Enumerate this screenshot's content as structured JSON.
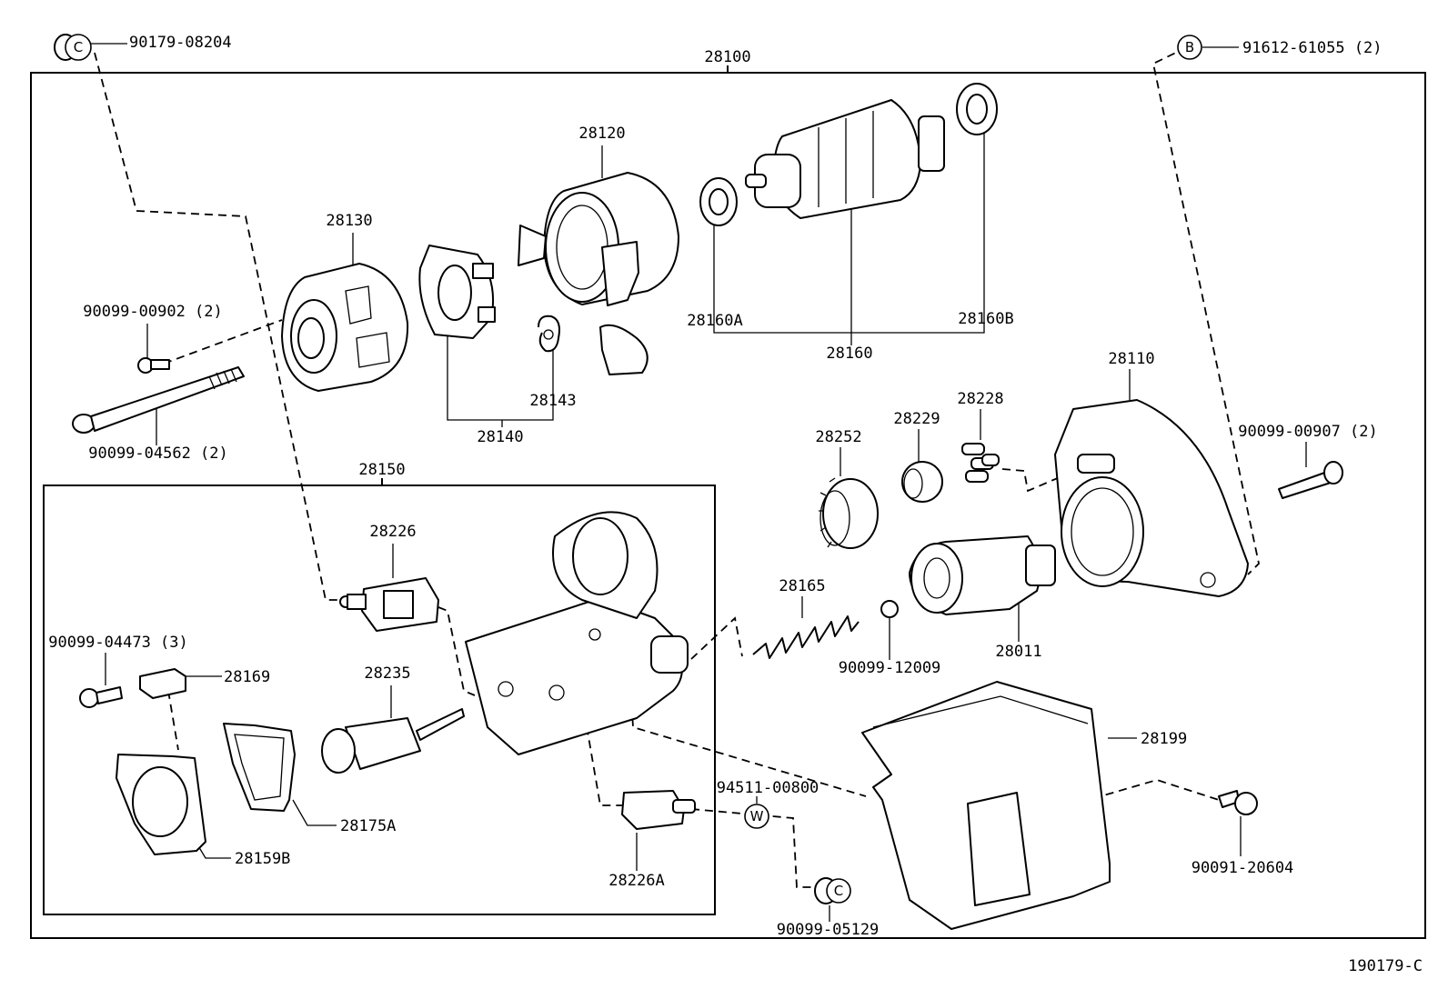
{
  "diagram_code": "190179-C",
  "assembly": {
    "number": "28100"
  },
  "circles": {
    "b": "B",
    "c": "C",
    "w": "W"
  },
  "labels": {
    "p90179_08204": "90179-08204",
    "p91612_61055": "91612-61055 (2)",
    "p28120": "28120",
    "p28130": "28130",
    "p90099_00902": "90099-00902 (2)",
    "p28160A": "28160A",
    "p28160": "28160",
    "p28160B": "28160B",
    "p28143": "28143",
    "p28140": "28140",
    "p90099_04562": "90099-04562 (2)",
    "p28110": "28110",
    "p28228": "28228",
    "p28229": "28229",
    "p28252": "28252",
    "p90099_00907": "90099-00907 (2)",
    "p28150": "28150",
    "p28226": "28226",
    "p28165": "28165",
    "p90099_12009": "90099-12009",
    "p28011": "28011",
    "p90099_04473": "90099-04473 (3)",
    "p28169": "28169",
    "p28235": "28235",
    "p28199": "28199",
    "p94511_00800": "94511-00800",
    "p28175A": "28175A",
    "p28159B": "28159B",
    "p28226A": "28226A",
    "p90091_20604": "90091-20604",
    "p90099_05129": "90099-05129"
  }
}
